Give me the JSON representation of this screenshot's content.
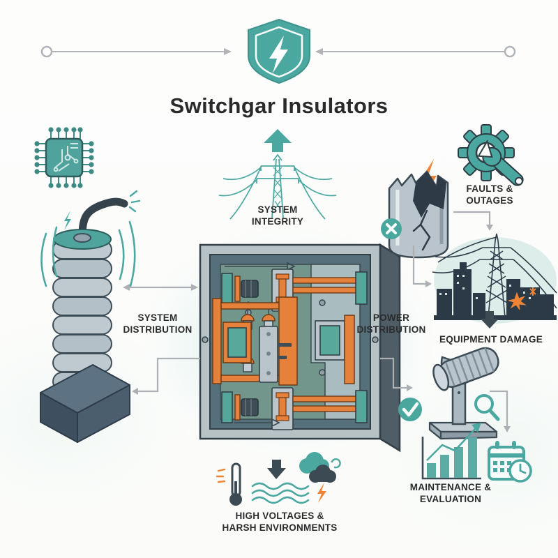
{
  "title": "Switchgar Insulators",
  "labels": {
    "system_integrity_1": "SYSTEM",
    "system_integrity_2": "INTEGRITY",
    "system_distribution_1": "SYSTEM",
    "system_distribution_2": "DISTRIBUTION",
    "power_distribution_1": "POWER",
    "power_distribution_2": "DISTRIBUTION",
    "faults_outages_1": "FAULTS &",
    "faults_outages_2": "OUTAGES",
    "equipment_damage": "EQUIPMENT DAMAGE",
    "maintenance_1": "MAINTENANCE &",
    "maintenance_2": "EVALUATION",
    "environment_1": "HIGH VOLTAGES &",
    "environment_2": "HARSH ENVIRONMENTS"
  },
  "icons": {
    "header_shield": "shield-lightning-icon",
    "chip": "circuit-chip-icon",
    "insulator_stack": "insulator-stack-icon",
    "switchgear_cabinet": "switchgear-cabinet-illustration",
    "system_integrity_tower": "transmission-tower-icon",
    "up_arrow": "up-arrow-icon",
    "gear_wrench": "gear-wrench-icon",
    "orange_lightning": "lightning-bolt-icon",
    "broken_insulator": "broken-insulator-icon",
    "x_badge": "x-mark-icon",
    "city_outage": "city-power-outage-icon",
    "down_arrow": "down-arrow-icon",
    "wrench_insulator": "wrench-insulator-icon",
    "check_badge": "checkmark-icon",
    "magnifier": "magnifying-glass-icon",
    "bar_chart": "bar-chart-icon",
    "calendar_clock": "calendar-clock-icon",
    "thermometer": "thermometer-icon",
    "waves": "waves-icon",
    "storm_cloud": "storm-cloud-icon",
    "equipment_box": "equipment-box-icon"
  },
  "colors": {
    "teal": "#4BA8A0",
    "teal_pale": "#DDEEEA",
    "orange": "#EE8434",
    "dark_slate": "#35444F",
    "cabinet_gray": "#B6C2C4",
    "interior_teal": "#72958C",
    "connector_gray": "#ACB0B5",
    "text": "#2B2B2B"
  }
}
